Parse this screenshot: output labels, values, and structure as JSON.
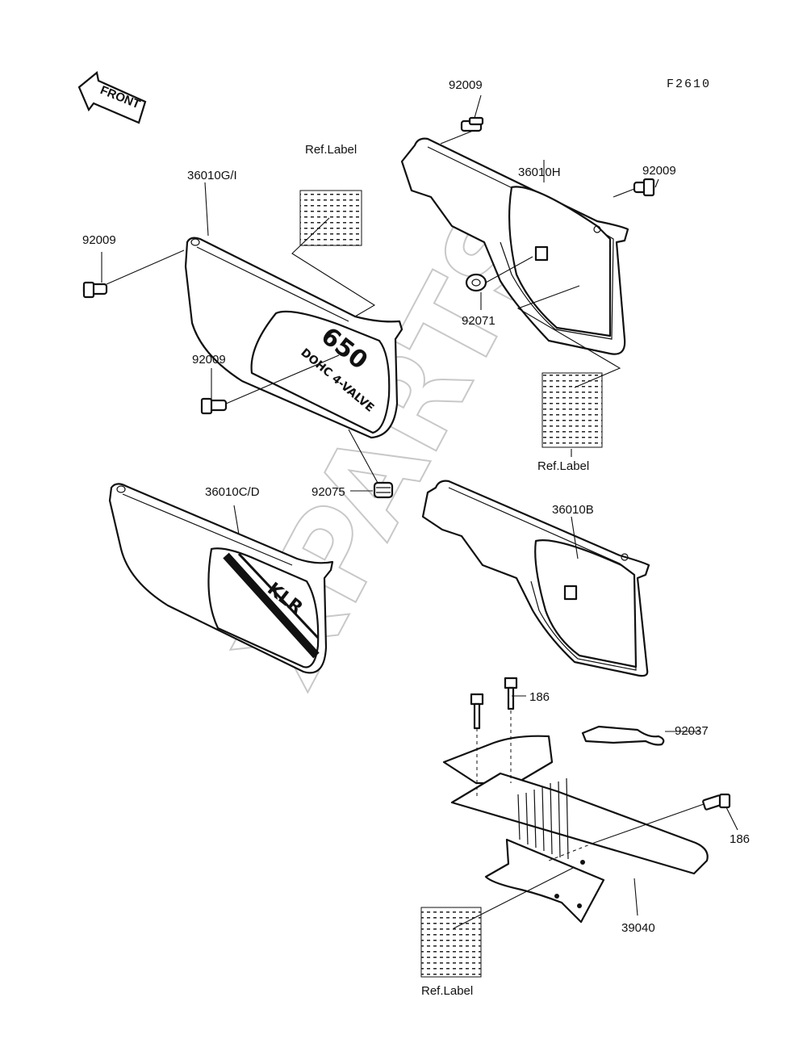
{
  "figure_code": "F2610",
  "front_arrow": {
    "label": "FRONT"
  },
  "watermark": "XPARTS",
  "parts": {
    "p92009_upper_right_top": "92009",
    "p92009_upper_right_side": "92009",
    "p36010H": "36010H",
    "p92071": "92071",
    "ref_label_right": "Ref.Label",
    "ref_label_left_top": "Ref.Label",
    "p36010GI": "36010G/I",
    "p92009_left": "92009",
    "p92009_mid": "92009",
    "p92075": "92075",
    "p36010CD": "36010C/D",
    "p36010B": "36010B",
    "p186_top": "186",
    "p92037": "92037",
    "p186_right": "186",
    "p39040": "39040",
    "ref_label_bottom": "Ref.Label"
  },
  "decals": {
    "left_cover_top": "DOHC 4-VALVE",
    "left_cover_bottom": "KLR"
  }
}
